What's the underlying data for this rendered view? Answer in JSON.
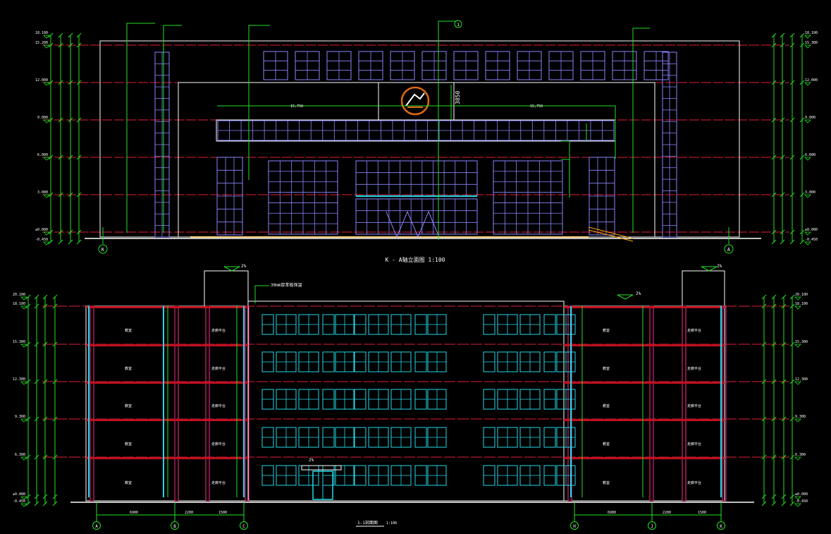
{
  "colors": {
    "background": "#000000",
    "outline": "#ffffff",
    "level_line": "#e0203a",
    "dimension": "#25e025",
    "window_frame": "#8a86ff",
    "curtain_glass": "#24d8e8",
    "logo": "#e06a10",
    "column": "#ff2d8a",
    "slab": "#c01020",
    "grid_bubble": "#25e025"
  },
  "elevation": {
    "title": "K - A轴立面图 1:100",
    "top_grid": "1",
    "grid_left": "K",
    "grid_right": "A",
    "dims": {
      "d1": "15,750",
      "d2": "15,750",
      "d3": "3850"
    },
    "levels_left": [
      "18.100",
      "15.200",
      "12.000",
      "9.000",
      "6.000",
      "3.000",
      "±0.000",
      "-0.450"
    ],
    "levels_right": [
      "18.100",
      "15.300",
      "12.000",
      "9.000",
      "6.000",
      "3.000",
      "±0.000",
      "-0.450"
    ]
  },
  "section": {
    "title": "1-1剖面图",
    "scale": "1:100",
    "note": "30mm厚苯板保温",
    "slopes": [
      "2%",
      "2%",
      "2%",
      "2%"
    ],
    "grid_left": [
      "A",
      "B",
      "C"
    ],
    "grid_right": [
      "H",
      "J",
      "K"
    ],
    "room_left": "教室",
    "room_mid": "走廊平台",
    "levels_left": [
      "20.100",
      "18.100",
      "15.300",
      "12.300",
      "9.300",
      "6.300",
      "±0.000",
      "-0.450"
    ],
    "levels_right": [
      "20.100",
      "18.100",
      "15.300",
      "12.300",
      "9.300",
      "6.300",
      "±0.000",
      "-0.450"
    ],
    "bottom_dims": {
      "ab": "6900",
      "bc": "2200",
      "c": "1500",
      "hj": "6900",
      "jk": "2200",
      "k": "1500"
    }
  }
}
